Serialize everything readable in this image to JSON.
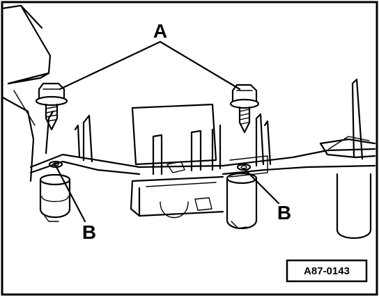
{
  "diagram": {
    "callouts": {
      "a": "A",
      "b_left": "B",
      "b_right": "B"
    },
    "reference_number": "A87-0143"
  }
}
